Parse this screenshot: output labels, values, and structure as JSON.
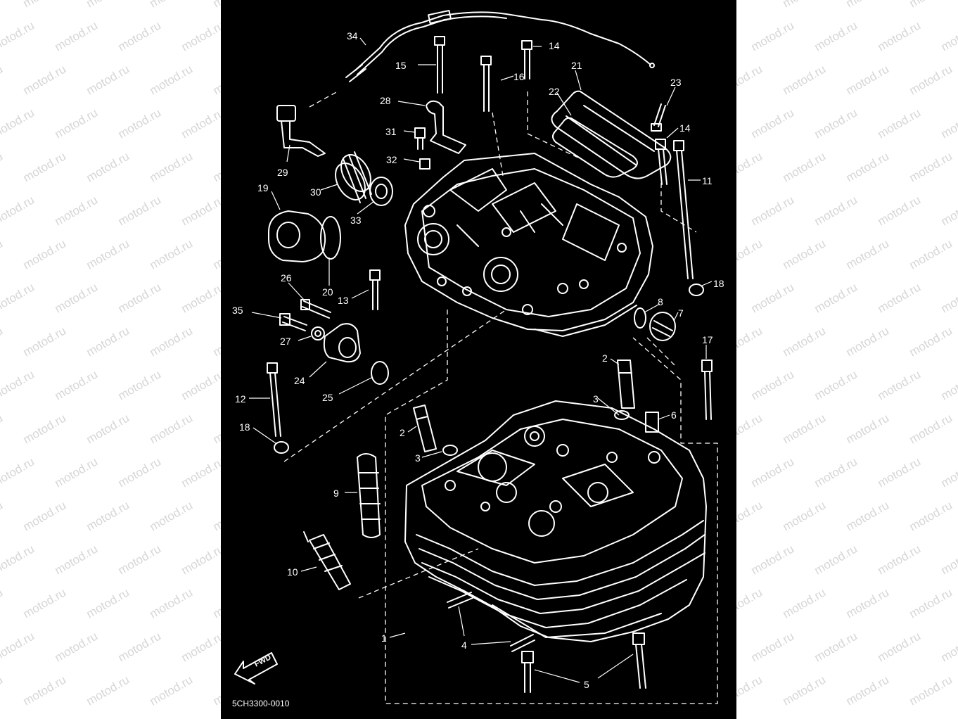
{
  "watermark": "motod.ru",
  "diagram_code": "5CH3300-0010",
  "fwd_label": "FWD",
  "callouts": [
    {
      "id": "c34",
      "text": "34"
    },
    {
      "id": "c15",
      "text": "15"
    },
    {
      "id": "c16",
      "text": "16"
    },
    {
      "id": "c14a",
      "text": "14"
    },
    {
      "id": "c21",
      "text": "21"
    },
    {
      "id": "c22",
      "text": "22"
    },
    {
      "id": "c23",
      "text": "23"
    },
    {
      "id": "c14b",
      "text": "14"
    },
    {
      "id": "c28",
      "text": "28"
    },
    {
      "id": "c31",
      "text": "31"
    },
    {
      "id": "c32",
      "text": "32"
    },
    {
      "id": "c29",
      "text": "29"
    },
    {
      "id": "c30",
      "text": "30"
    },
    {
      "id": "c33",
      "text": "33"
    },
    {
      "id": "c19",
      "text": "19"
    },
    {
      "id": "c11",
      "text": "11"
    },
    {
      "id": "c20",
      "text": "20"
    },
    {
      "id": "c26",
      "text": "26"
    },
    {
      "id": "c13",
      "text": "13"
    },
    {
      "id": "c18a",
      "text": "18"
    },
    {
      "id": "c8",
      "text": "8"
    },
    {
      "id": "c7",
      "text": "7"
    },
    {
      "id": "c35",
      "text": "35"
    },
    {
      "id": "c27",
      "text": "27"
    },
    {
      "id": "c17",
      "text": "17"
    },
    {
      "id": "c24",
      "text": "24"
    },
    {
      "id": "c25",
      "text": "25"
    },
    {
      "id": "c2a",
      "text": "2"
    },
    {
      "id": "c12",
      "text": "12"
    },
    {
      "id": "c3a",
      "text": "3"
    },
    {
      "id": "c6",
      "text": "6"
    },
    {
      "id": "c18b",
      "text": "18"
    },
    {
      "id": "c2b",
      "text": "2"
    },
    {
      "id": "c3b",
      "text": "3"
    },
    {
      "id": "c9",
      "text": "9"
    },
    {
      "id": "c10",
      "text": "10"
    },
    {
      "id": "c1",
      "text": "1"
    },
    {
      "id": "c4",
      "text": "4"
    },
    {
      "id": "c5",
      "text": "5"
    }
  ]
}
